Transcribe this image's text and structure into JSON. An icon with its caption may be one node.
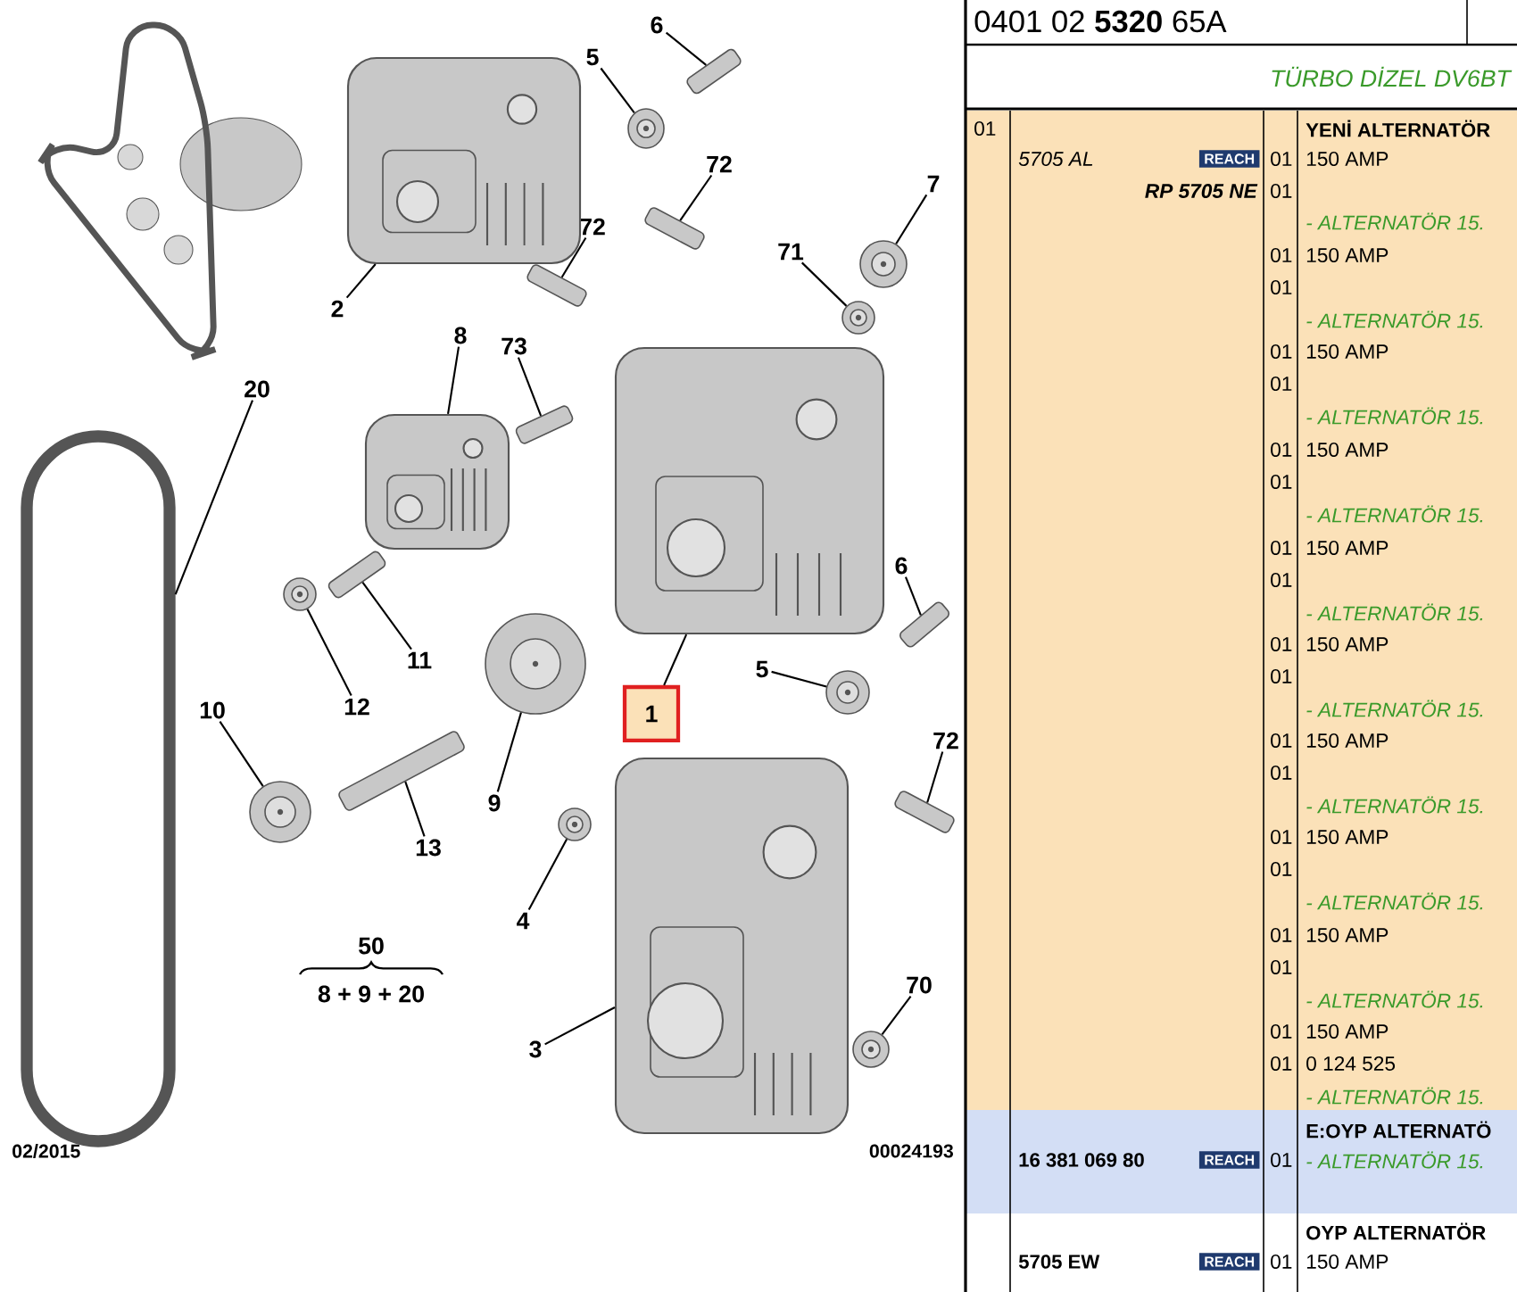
{
  "diagram": {
    "nodes": [
      {
        "text": [
          "6"
        ]
      },
      {
        "text": [
          "5"
        ]
      },
      {
        "text": [
          "72"
        ]
      },
      {
        "text": [
          "7"
        ]
      },
      {
        "text": [
          "72"
        ]
      },
      {
        "text": [
          "71"
        ]
      },
      {
        "text": [
          "2"
        ]
      },
      {
        "text": [
          "8"
        ]
      },
      {
        "text": [
          "73"
        ]
      },
      {
        "text": [
          "20"
        ]
      },
      {
        "text": [
          "6"
        ]
      },
      {
        "text": [
          "11"
        ]
      },
      {
        "text": [
          "5"
        ]
      },
      {
        "text": [
          "1"
        ]
      },
      {
        "text": [
          "12"
        ]
      },
      {
        "text": [
          "10"
        ]
      },
      {
        "text": [
          "72"
        ]
      },
      {
        "text": [
          "9"
        ]
      },
      {
        "text": [
          "13"
        ]
      },
      {
        "text": [
          "4"
        ]
      },
      {
        "text": [
          "70"
        ]
      },
      {
        "text": [
          "3"
        ]
      },
      {
        "text": [],
        "shape": "picture"
      },
      {
        "text": [],
        "shape": "picture"
      },
      {
        "text": [],
        "shape": "picture"
      },
      {
        "text": [],
        "shape": "picture"
      },
      {
        "text": [],
        "shape": "picture"
      },
      {
        "text": [],
        "shape": "picture"
      },
      {
        "text": [],
        "shape": "picture"
      },
      {
        "text": [],
        "shape": "picture"
      },
      {
        "text": [],
        "shape": "picture"
      },
      {
        "text": [],
        "shape": "picture"
      },
      {
        "text": [],
        "shape": "picture"
      },
      {
        "text": [],
        "shape": "picture"
      },
      {
        "text": [],
        "shape": "picture"
      },
      {
        "text": [],
        "shape": "picture"
      },
      {
        "text": [],
        "shape": "picture"
      },
      {
        "text": [],
        "shape": "picture"
      },
      {
        "text": [],
        "shape": "picture"
      },
      {
        "text": [],
        "shape": "picture"
      },
      {
        "text": [],
        "shape": "picture"
      },
      {
        "text": [],
        "shape": "picture"
      },
      {
        "text": [],
        "shape": "picture"
      },
      {
        "text": [],
        "shape": "picture"
      }
    ],
    "edges": [
      {
        "from": 0,
        "to": 22,
        "arrow": "none"
      },
      {
        "from": 1,
        "to": 23,
        "arrow": "none"
      },
      {
        "from": 2,
        "to": 24,
        "arrow": "none"
      },
      {
        "from": 3,
        "to": 25,
        "arrow": "none"
      },
      {
        "from": 4,
        "to": 26,
        "arrow": "none"
      },
      {
        "from": 5,
        "to": 27,
        "arrow": "none"
      },
      {
        "from": 6,
        "to": 28,
        "arrow": "none"
      },
      {
        "from": 7,
        "to": 29,
        "arrow": "none"
      },
      {
        "from": 8,
        "to": 30,
        "arrow": "none"
      },
      {
        "from": 9,
        "to": 31,
        "arrow": "none"
      },
      {
        "from": 10,
        "to": 32,
        "arrow": "none"
      },
      {
        "from": 11,
        "to": 33,
        "arrow": "none"
      },
      {
        "from": 12,
        "to": 34,
        "arrow": "none"
      },
      {
        "from": 13,
        "to": 35,
        "arrow": "none"
      },
      {
        "from": 14,
        "to": 36,
        "arrow": "none"
      },
      {
        "from": 15,
        "to": 37,
        "arrow": "none"
      },
      {
        "from": 16,
        "to": 38,
        "arrow": "none"
      },
      {
        "from": 17,
        "to": 39,
        "arrow": "none"
      },
      {
        "from": 18,
        "to": 40,
        "arrow": "none"
      },
      {
        "from": 19,
        "to": 41,
        "arrow": "none"
      },
      {
        "from": 20,
        "to": 42,
        "arrow": "none"
      },
      {
        "from": 21,
        "to": 43,
        "arrow": "none"
      }
    ],
    "labels": [
      "50",
      "8 + 9 + 20",
      "02/2015",
      "00024193",
      "0401 02 **5320** 65A",
      "TÜRBO DİZEL DV6BT",
      "01",
      "YENİ ALTERNATÖR",
      "5705 AL",
      "REACH",
      "01",
      "150 AMP",
      "RP 5705 NE",
      "01",
      "- ALTERNATÖR 15.",
      "01",
      "150 AMP",
      "01",
      "- ALTERNATÖR 15.",
      "01",
      "150 AMP",
      "01",
      "- ALTERNATÖR 15.",
      "01",
      "150 AMP",
      "01",
      "- ALTERNATÖR 15.",
      "01",
      "150 AMP",
      "01",
      "- ALTERNATÖR 15.",
      "01",
      "150 AMP",
      "01",
      "- ALTERNATÖR 15.",
      "01",
      "150 AMP",
      "01",
      "- ALTERNATÖR 15.",
      "01",
      "150 AMP",
      "01",
      "- ALTERNATÖR 15.",
      "01",
      "150 AMP",
      "01",
      "- ALTERNATÖR 15.",
      "01",
      "150 AMP",
      "01",
      "0 124 525",
      "- ALTERNATÖR 15.",
      "E:OYP ALTERNATÖ",
      "16 381 069 80",
      "REACH",
      "01",
      "- ALTERNATÖR 15.",
      "OYP ALTERNATÖR",
      "5705 EW",
      "REACH",
      "01",
      "150 AMP"
    ]
  }
}
